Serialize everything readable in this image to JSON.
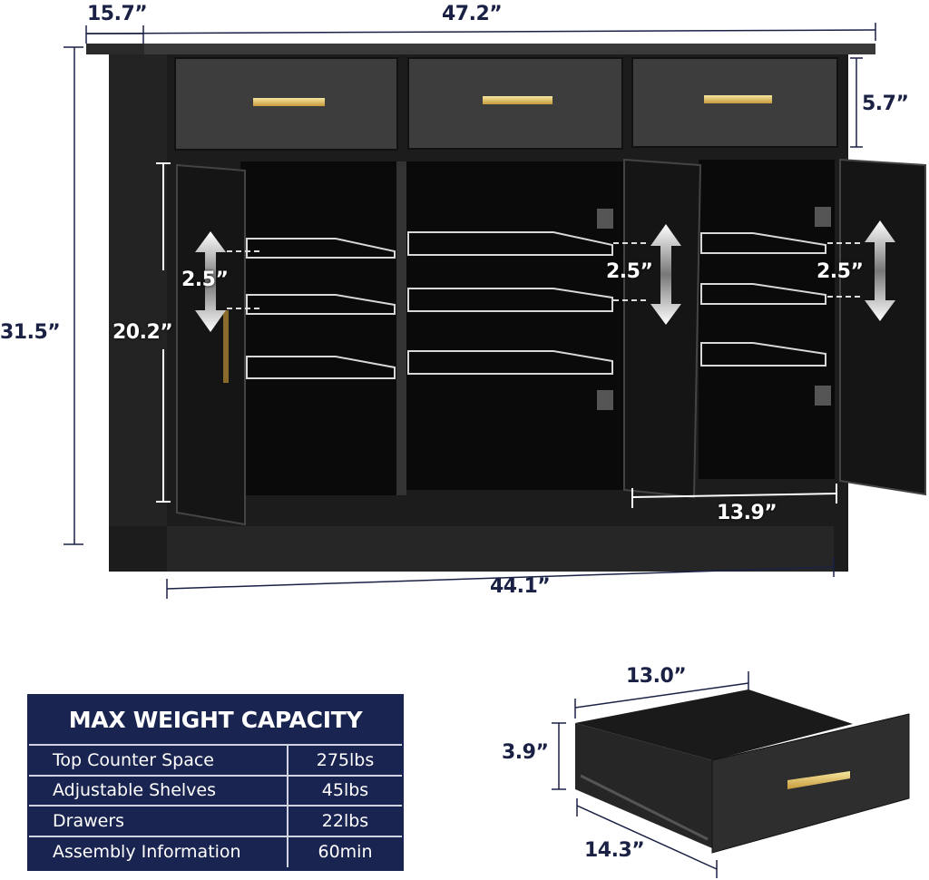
{
  "dimensions": {
    "top_depth": "15.7”",
    "top_width": "47.2”",
    "drawer_height": "5.7”",
    "total_height": "31.5”",
    "cabinet_height": "20.2”",
    "shelf_gap_left": "2.5”",
    "shelf_gap_middle": "2.5”",
    "shelf_gap_right": "2.5”",
    "cabinet_inner_width": "13.9”",
    "base_width": "44.1”"
  },
  "drawer_detail": {
    "width": "13.0”",
    "height": "3.9”",
    "depth": "14.3”"
  },
  "weight_table": {
    "title": "MAX WEIGHT CAPACITY",
    "rows": [
      {
        "label": "Top Counter Space",
        "value": "275lbs"
      },
      {
        "label": "Adjustable Shelves",
        "value": "45lbs"
      },
      {
        "label": "Drawers",
        "value": "22lbs"
      },
      {
        "label": "Assembly Information",
        "value": "60min"
      }
    ]
  },
  "colors": {
    "dimension_text": "#1a2145",
    "table_bg": "#1a2450",
    "cabinet_body": "#1c1c1c",
    "handle_gold": "#d9b85a"
  }
}
